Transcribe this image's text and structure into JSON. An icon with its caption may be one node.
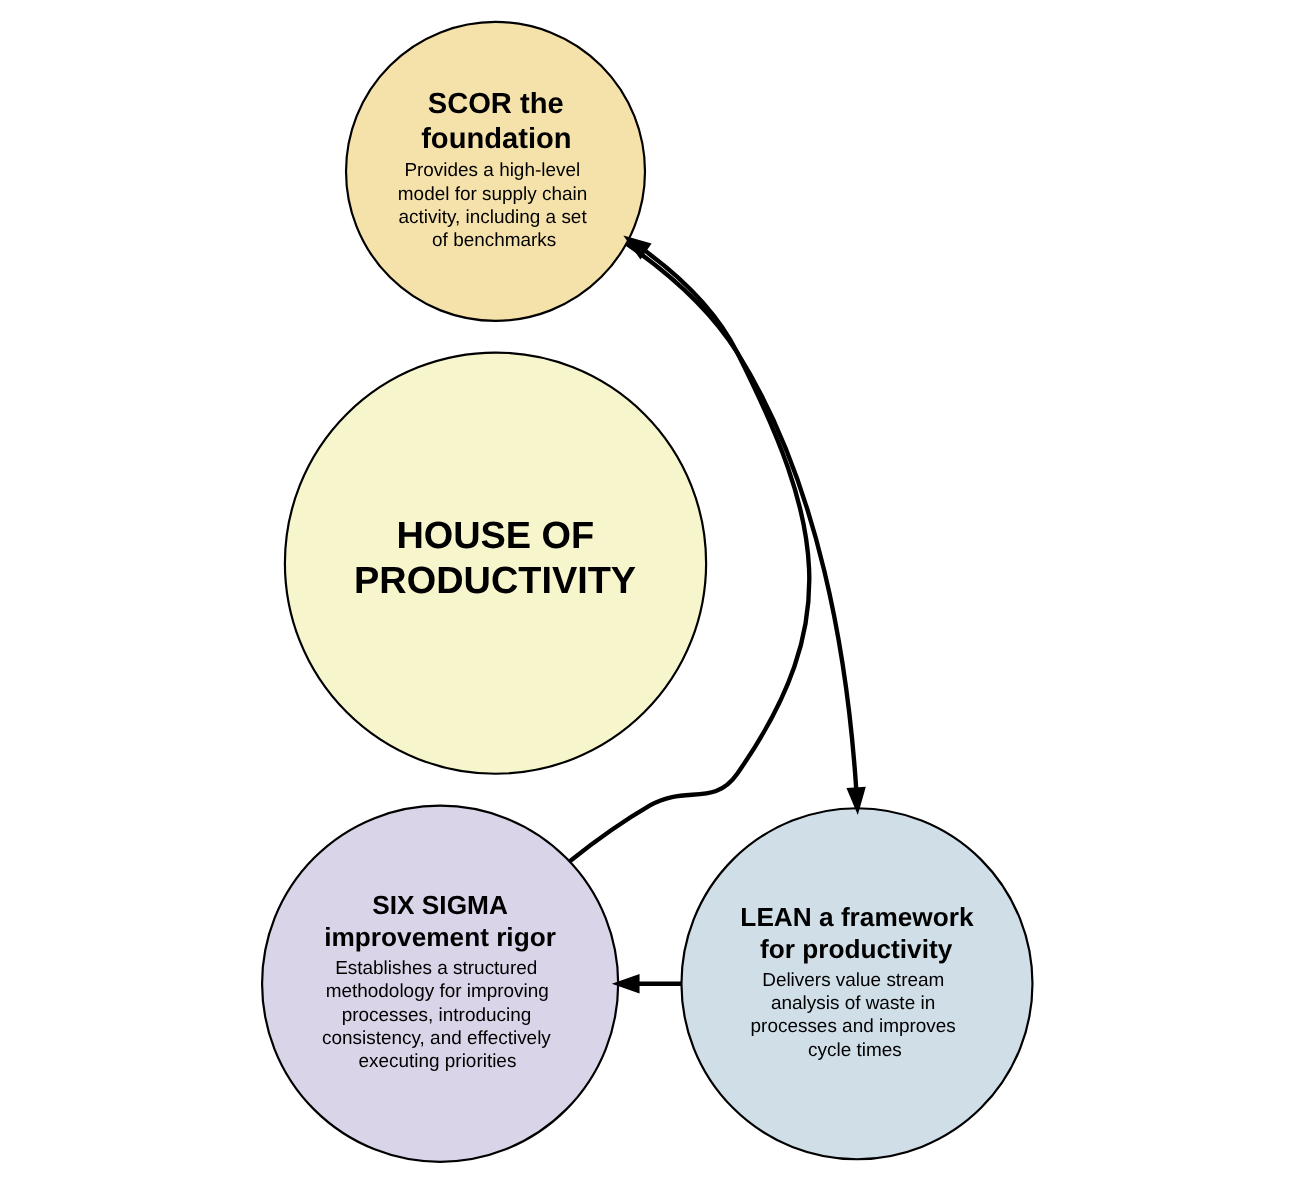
{
  "diagram": {
    "nodes": [
      {
        "text": [
          "SCOR the foundation",
          "Provides a high-level model for supply chain activity, including a set of benchmarks"
        ]
      },
      {
        "text": [
          "HOUSE OF PRODUCTIVITY"
        ]
      },
      {
        "text": [
          "SIX SIGMA improvement rigor",
          "Establishes a structured methodology for improving processes, introducing consistency, and effectively executing priorities"
        ]
      },
      {
        "text": [
          "LEAN a framework for productivity",
          "Delivers value stream analysis of waste in processes and improves cycle times"
        ]
      }
    ],
    "edges": [
      {
        "from": 2,
        "to": 0,
        "arrow": "to"
      },
      {
        "from": 0,
        "to": 3,
        "arrow": "to"
      },
      {
        "from": 3,
        "to": 2,
        "arrow": "to"
      }
    ]
  }
}
